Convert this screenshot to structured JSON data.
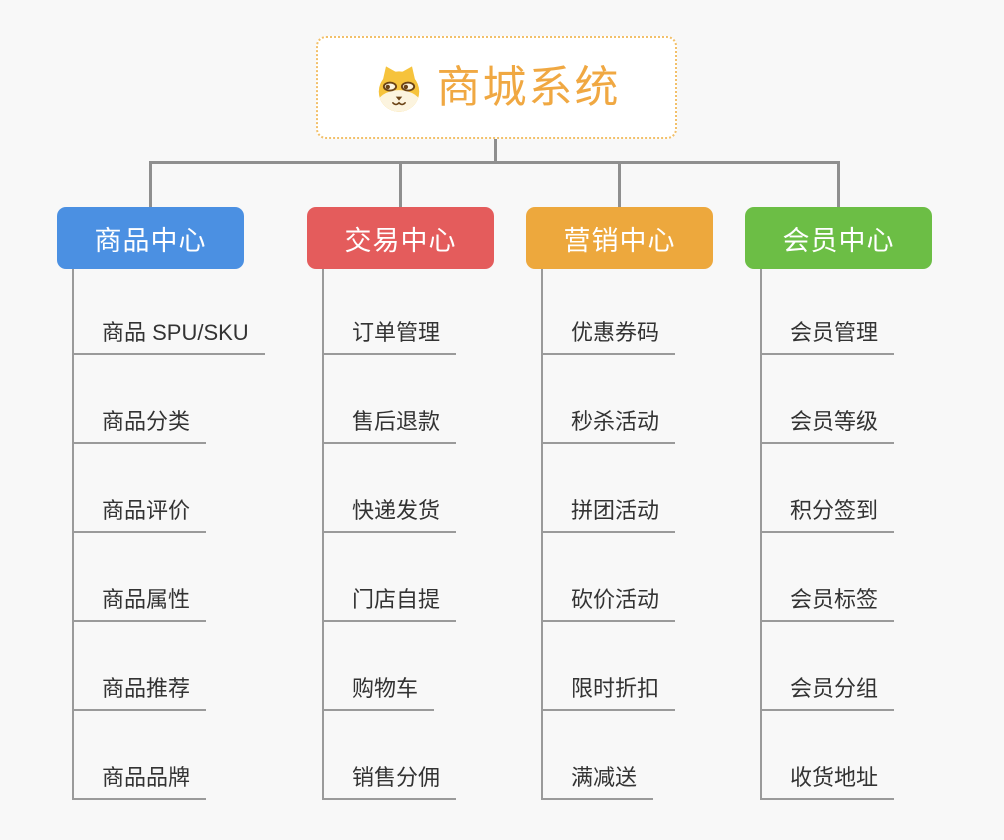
{
  "root": {
    "title": "商城系统",
    "icon": "dog-face-icon",
    "title_color": "#f0a842",
    "border_color": "#f2c06a",
    "background": "#ffffff"
  },
  "canvas": {
    "background_color": "#f8f8f8",
    "connector_color": "#8f8f8f"
  },
  "branches": [
    {
      "label": "商品中心",
      "color": "#4b90e2",
      "items": [
        "商品 SPU/SKU",
        "商品分类",
        "商品评价",
        "商品属性",
        "商品推荐",
        "商品品牌"
      ]
    },
    {
      "label": "交易中心",
      "color": "#e45c5c",
      "items": [
        "订单管理",
        "售后退款",
        "快递发货",
        "门店自提",
        "购物车",
        "销售分佣"
      ]
    },
    {
      "label": "营销中心",
      "color": "#eda83d",
      "items": [
        "优惠券码",
        "秒杀活动",
        "拼团活动",
        "砍价活动",
        "限时折扣",
        "满减送"
      ]
    },
    {
      "label": "会员中心",
      "color": "#6cbe45",
      "items": [
        "会员管理",
        "会员等级",
        "积分签到",
        "会员标签",
        "会员分组",
        "收货地址"
      ]
    }
  ]
}
